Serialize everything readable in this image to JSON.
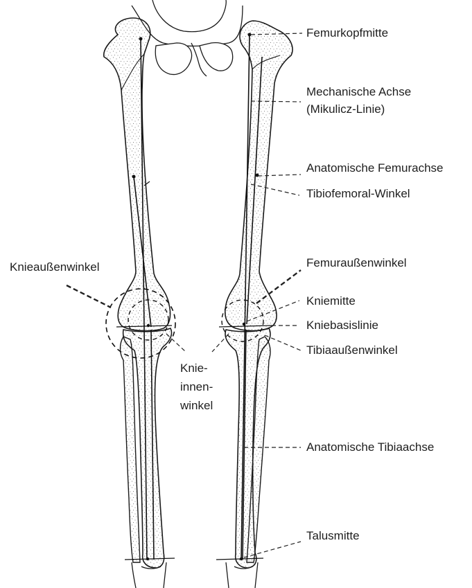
{
  "labels": {
    "femurkopfmitte": "Femurkopfmitte",
    "mechanische_achse_1": "Mechanische Achse",
    "mechanische_achse_2": "(Mikulicz-Linie)",
    "anatomische_femurachse": "Anatomische Femurachse",
    "tibiofemoral_winkel": "Tibiofemoral-Winkel",
    "kniebaussenwinkel": "Knieaußenwinkel",
    "femuraussenwinkel": "Femuraußenwinkel",
    "kniemitte": "Kniemitte",
    "kniebasislinie": "Kniebasislinie",
    "tibiaaussenwinkel": "Tibiaaußenwinkel",
    "knieinnenwinkel_1": "Knie-",
    "knieinnenwinkel_2": "innen-",
    "knieinnenwinkel_3": "winkel",
    "anatomische_tibiaachse": "Anatomische Tibiaachse",
    "talusmitte": "Talusmitte"
  },
  "colors": {
    "bone_outline": "#1a1a1a",
    "bone_fill": "#ffffff",
    "stipple": "#555555",
    "axis_line": "#111111",
    "text": "#1e1e1e"
  }
}
